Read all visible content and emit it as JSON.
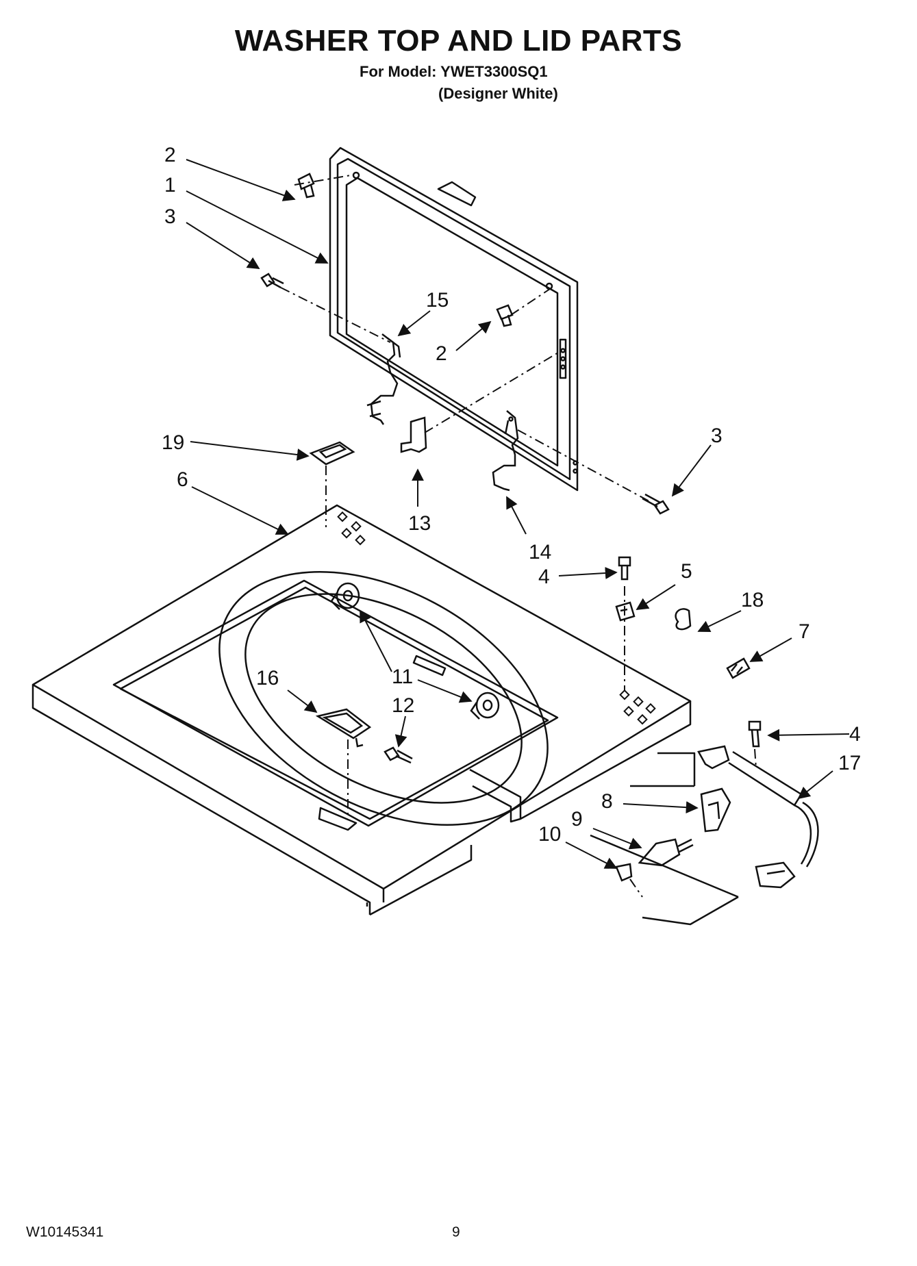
{
  "header": {
    "title": "WASHER TOP AND LID PARTS",
    "model": "For Model: YWET3300SQ1",
    "variant": "(Designer White)"
  },
  "callouts": [
    {
      "id": "c2a",
      "label": "2"
    },
    {
      "id": "c1",
      "label": "1"
    },
    {
      "id": "c3a",
      "label": "3"
    },
    {
      "id": "c15",
      "label": "15"
    },
    {
      "id": "c2b",
      "label": "2"
    },
    {
      "id": "c19",
      "label": "19"
    },
    {
      "id": "c3b",
      "label": "3"
    },
    {
      "id": "c6",
      "label": "6"
    },
    {
      "id": "c13",
      "label": "13"
    },
    {
      "id": "c14",
      "label": "14"
    },
    {
      "id": "c4a",
      "label": "4"
    },
    {
      "id": "c5",
      "label": "5"
    },
    {
      "id": "c18",
      "label": "18"
    },
    {
      "id": "c7",
      "label": "7"
    },
    {
      "id": "c11",
      "label": "11"
    },
    {
      "id": "c16",
      "label": "16"
    },
    {
      "id": "c12",
      "label": "12"
    },
    {
      "id": "c4b",
      "label": "4"
    },
    {
      "id": "c17",
      "label": "17"
    },
    {
      "id": "c8",
      "label": "8"
    },
    {
      "id": "c9",
      "label": "9"
    },
    {
      "id": "c10",
      "label": "10"
    }
  ],
  "footer": {
    "doc_number": "W10145341",
    "page_number": "9"
  }
}
